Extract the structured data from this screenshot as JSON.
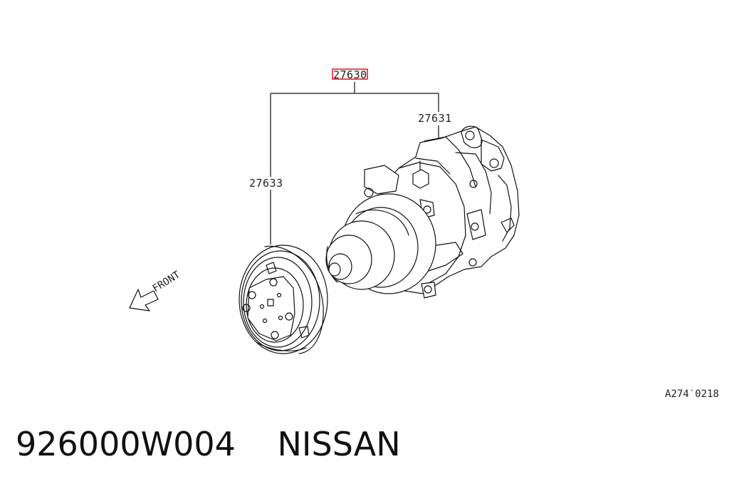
{
  "callouts": {
    "assembly": "27630",
    "compressor": "27631",
    "clutch_pulley": "27633"
  },
  "front_label": "FRONT",
  "diagram_ref": "A274′0218",
  "footer": {
    "part_number": "926000W004",
    "brand": "NISSAN"
  },
  "colors": {
    "highlight": "#e8202a",
    "ink": "#111111"
  }
}
